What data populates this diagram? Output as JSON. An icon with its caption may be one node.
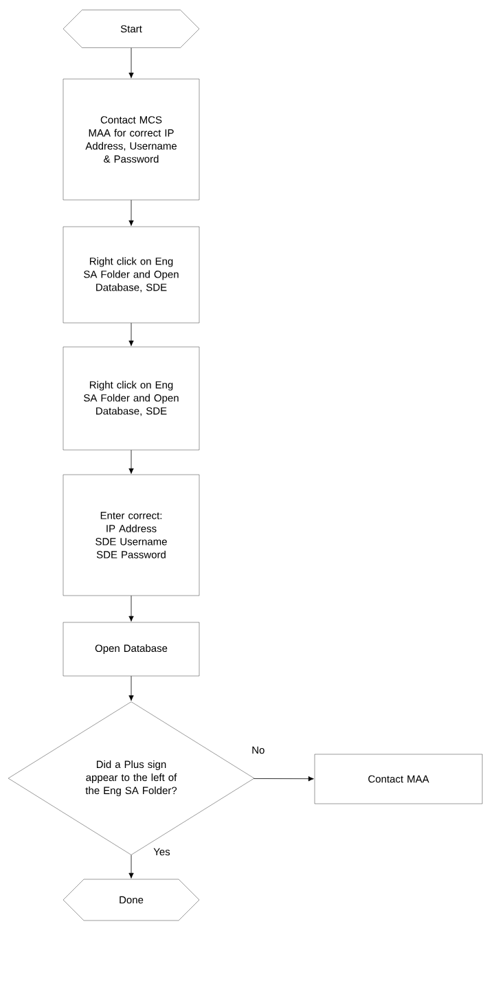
{
  "diagram": {
    "nodes": [
      {
        "text": [
          "Start"
        ]
      },
      {
        "text": [
          "Contact MCS MAA for correct IP Address, Username & Password"
        ]
      },
      {
        "text": [
          "Right click on Eng SA Folder and Open Database, SDE"
        ]
      },
      {
        "text": [
          "Right click on Eng SA Folder and Open Database, SDE"
        ]
      },
      {
        "text": [
          "Enter correct: IP Address SDE Username SDE Password"
        ]
      },
      {
        "text": [
          "Open Database"
        ]
      },
      {
        "text": [
          "Did a Plus sign appear to the left of the Eng SA Folder?"
        ]
      },
      {
        "text": [
          "Contact MAA"
        ]
      },
      {
        "text": [
          "Done"
        ]
      }
    ],
    "edges": [
      {
        "from": 0,
        "to": 1,
        "arrow": "to"
      },
      {
        "from": 1,
        "to": 2,
        "arrow": "to"
      },
      {
        "from": 2,
        "to": 3,
        "arrow": "to"
      },
      {
        "from": 3,
        "to": 4,
        "arrow": "to"
      },
      {
        "from": 4,
        "to": 5,
        "arrow": "to"
      },
      {
        "from": 5,
        "to": 6,
        "arrow": "to"
      },
      {
        "from": 6,
        "to": 7,
        "arrow": "to",
        "label": "No"
      },
      {
        "from": 6,
        "to": 8,
        "arrow": "to",
        "label": "Yes"
      }
    ]
  }
}
